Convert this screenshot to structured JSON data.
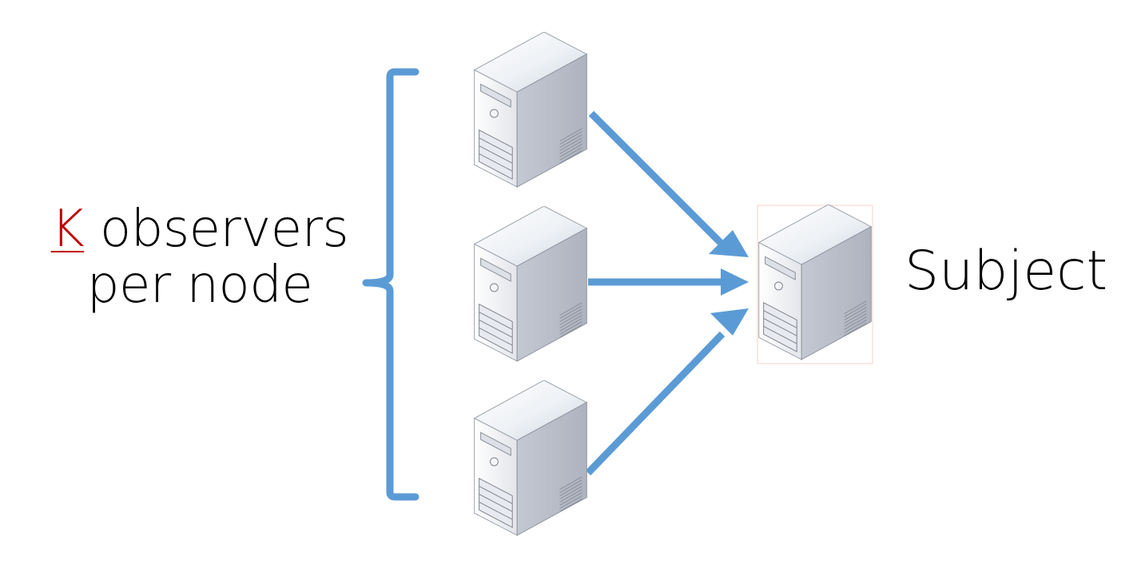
{
  "diagram": {
    "left_label": {
      "highlight": "K",
      "line1_rest": " observers",
      "line2": "per node"
    },
    "right_label": "Subject",
    "colors": {
      "arrow": "#5b9bd5",
      "highlight": "#c00000",
      "text": "#000000"
    },
    "nodes": {
      "observers": [
        "server-icon",
        "server-icon",
        "server-icon"
      ],
      "subject": "server-icon"
    }
  }
}
